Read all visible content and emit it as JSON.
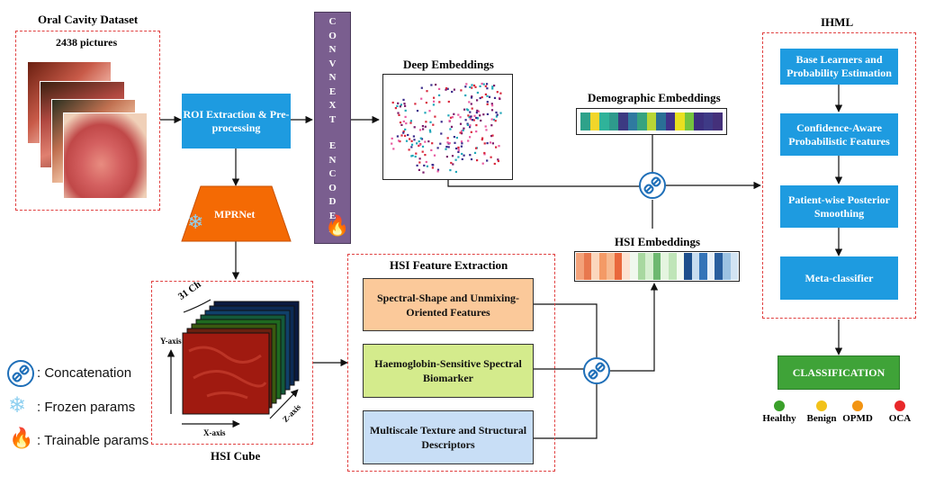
{
  "dataset": {
    "title": "Oral Cavity Dataset",
    "count": "2438 pictures"
  },
  "roi": {
    "label": "ROI Extraction & Pre-processing"
  },
  "mprnet": {
    "label": "MPRNet"
  },
  "encoder": {
    "label": "CONVNEXT ENCODER"
  },
  "deep": {
    "title": "Deep Embeddings"
  },
  "demo": {
    "title": "Demographic Embeddings",
    "colors": [
      "#2ea28a",
      "#f2d62a",
      "#2fb39a",
      "#2e9a8c",
      "#3c3a82",
      "#2f7aa0",
      "#36a37f",
      "#b8d635",
      "#2a6f96",
      "#41328a",
      "#e8e020",
      "#73c43f",
      "#3c2f7e",
      "#3e3a86",
      "#44307a"
    ]
  },
  "hsi_emb": {
    "title": "HSI Embeddings",
    "colors": [
      "#f3a27a",
      "#e8784e",
      "#fbd7bd",
      "#f49a66",
      "#f7b98f",
      "#e9683c",
      "#fde2d1",
      "#f0f8ee",
      "#a8d8a0",
      "#d6efd0",
      "#6db870",
      "#e5f5e0",
      "#bfe5b8",
      "#f4fbf2",
      "#1d4f8c",
      "#c6dcef",
      "#3474b8",
      "#e8f1fa",
      "#2a5f9e",
      "#9dc3e2",
      "#d2e4f3"
    ]
  },
  "ihml": {
    "title": "IHML",
    "steps": [
      "Base Learners and Probability Estimation",
      "Confidence-Aware Probabilistic Features",
      "Patient-wise Posterior Smoothing",
      "Meta-classifier"
    ]
  },
  "classification": {
    "label": "CLASSIFICATION",
    "classes": [
      {
        "name": "Healthy",
        "color": "#3aa02a"
      },
      {
        "name": "Benign",
        "color": "#f2c21a"
      },
      {
        "name": "OPMD",
        "color": "#f29412"
      },
      {
        "name": "OCA",
        "color": "#e8282a"
      }
    ]
  },
  "hsi_fe": {
    "title": "HSI Feature Extraction",
    "features": [
      {
        "label": "Spectral-Shape and Unmixing-Oriented Features",
        "color": "#fbc99a"
      },
      {
        "label": "Haemoglobin-Sensitive Spectral Biomarker",
        "color": "#d4eb8c"
      },
      {
        "label": "Multiscale Texture and Structural Descriptors",
        "color": "#c8def6"
      }
    ]
  },
  "cube": {
    "title": "HSI Cube",
    "channels": "31 Ch",
    "y_axis": "Y-axis",
    "x_axis": "X-axis",
    "z_axis": "Z-axis"
  },
  "legend": {
    "concat": ": Concatenation",
    "frozen": ": Frozen params",
    "trainable": ": Trainable params"
  }
}
